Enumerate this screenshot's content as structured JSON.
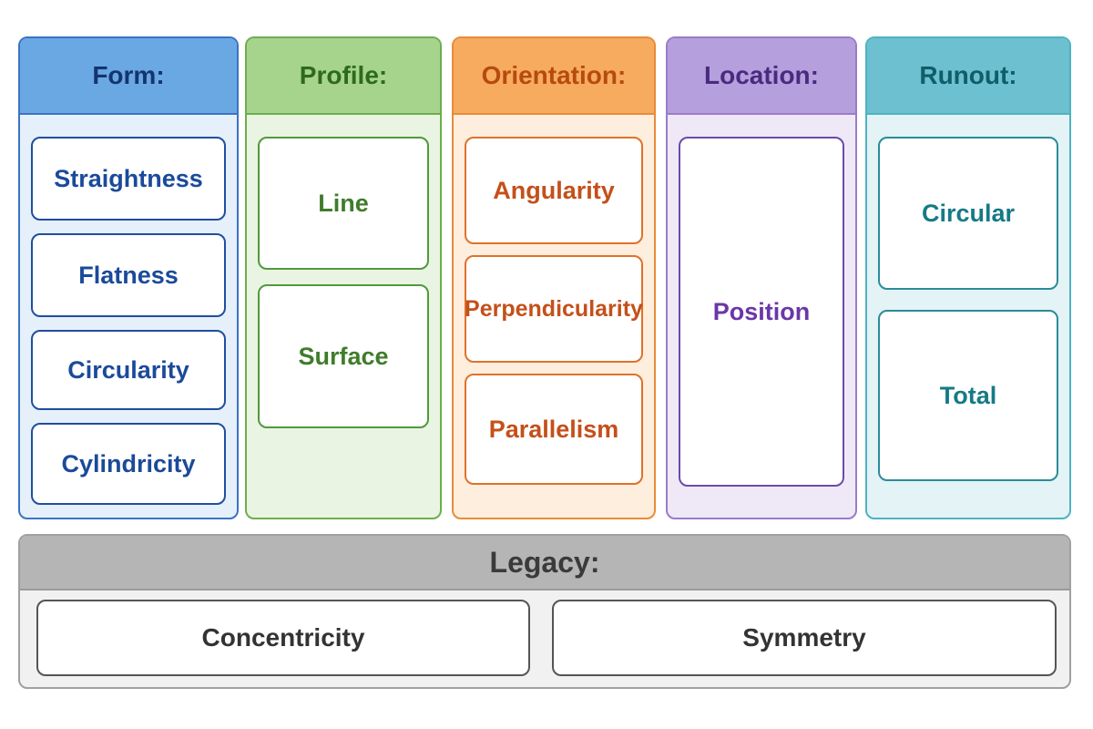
{
  "categories": {
    "form": {
      "title": "Form:",
      "items": [
        "Straightness",
        "Flatness",
        "Circularity",
        "Cylindricity"
      ]
    },
    "profile": {
      "title": "Profile:",
      "items": [
        "Line",
        "Surface"
      ]
    },
    "orientation": {
      "title": "Orientation:",
      "items": [
        "Angularity",
        "Perpendicularity",
        "Parallelism"
      ]
    },
    "location": {
      "title": "Location:",
      "items": [
        "Position"
      ]
    },
    "runout": {
      "title": "Runout:",
      "items": [
        "Circular",
        "Total"
      ]
    }
  },
  "legacy": {
    "title": "Legacy:",
    "items": [
      "Concentricity",
      "Symmetry"
    ]
  },
  "colors": {
    "form": "#6aa8e4",
    "profile": "#a6d48c",
    "orientation": "#f6ab5f",
    "location": "#b59fdc",
    "runout": "#6cc0cf",
    "legacy": "#b5b5b5"
  }
}
